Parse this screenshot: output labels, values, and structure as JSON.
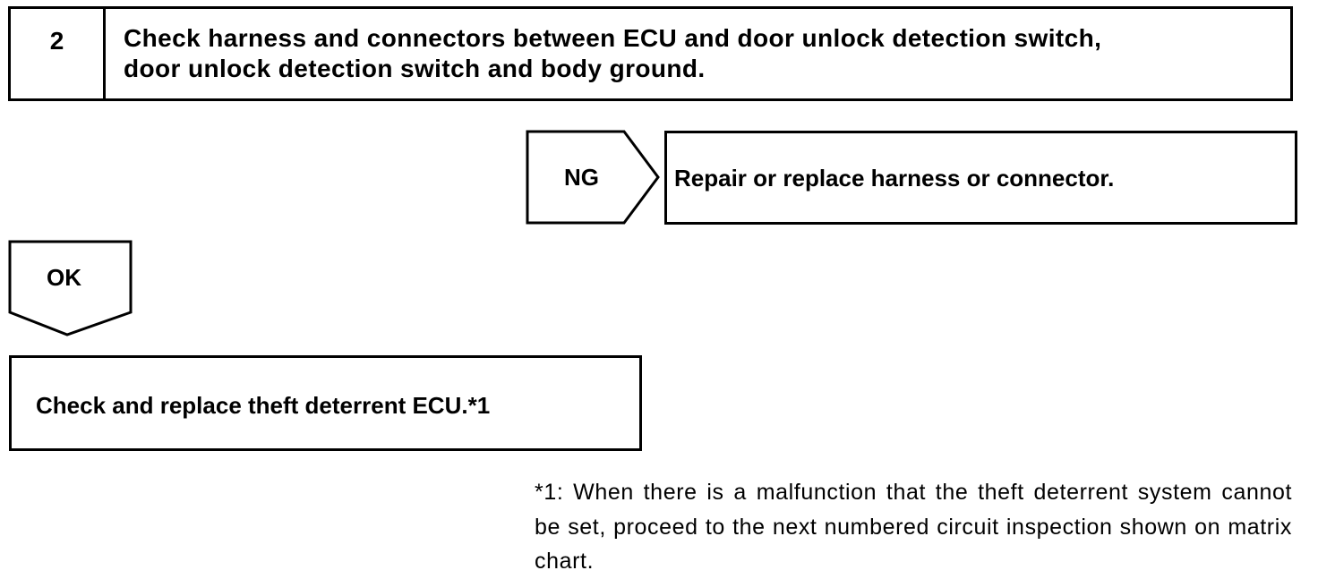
{
  "step": {
    "number": "2",
    "title_line1": "Check harness and connectors between ECU and door unlock detection switch,",
    "title_line2": "door unlock detection switch and body ground."
  },
  "ng_branch": {
    "label": "NG",
    "action": "Repair or replace harness or connector."
  },
  "ok_branch": {
    "label": "OK",
    "action": "Check and replace theft deterrent ECU.*1"
  },
  "footnote": {
    "text": "*1: When there is a malfunction that the theft deterrent system cannot be set, proceed to the next numbered circuit inspection shown on matrix chart."
  }
}
